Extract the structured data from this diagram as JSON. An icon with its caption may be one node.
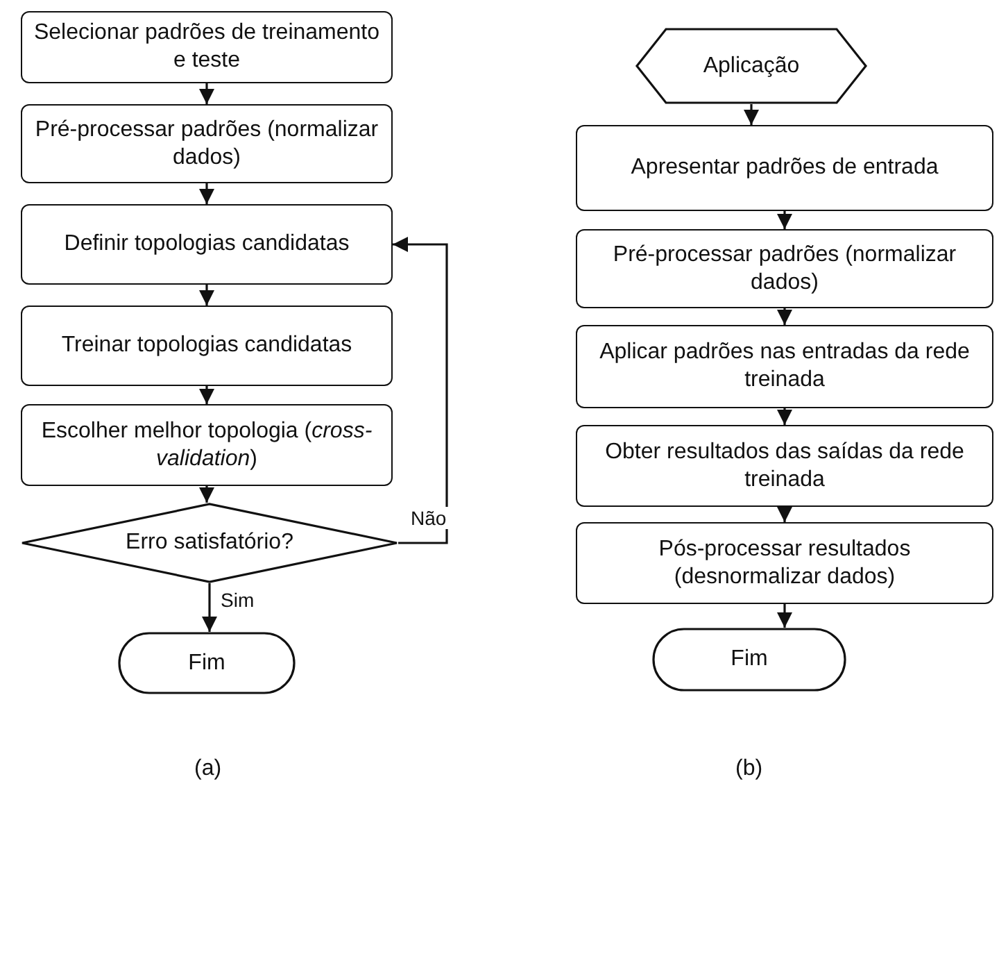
{
  "diagram": {
    "nodes": [
      {
        "text": [
          "Selecionar padrões de treinamento e teste"
        ]
      },
      {
        "text": [
          "Pré-processar padrões (normalizar dados)"
        ]
      },
      {
        "text": [
          "Definir topologias candidatas"
        ]
      },
      {
        "text": [
          "Treinar topologias candidatas"
        ]
      },
      {
        "text": [
          "Escolher melhor topologia (*cross-validation*)"
        ]
      },
      {
        "text": [
          "Erro satisfatório?"
        ]
      },
      {
        "text": [
          "Fim"
        ]
      },
      {
        "text": [
          "Aplicação"
        ]
      },
      {
        "text": [
          "Apresentar padrões de entrada"
        ]
      },
      {
        "text": [
          "Pré-processar padrões (normalizar dados)"
        ]
      },
      {
        "text": [
          "Aplicar padrões nas entradas da rede treinada"
        ]
      },
      {
        "text": [
          "Obter resultados das saídas da rede treinada"
        ]
      },
      {
        "text": [
          "Pós-processar resultados (desnormalizar dados)"
        ]
      },
      {
        "text": [
          "Fim"
        ]
      }
    ],
    "edges": [
      {
        "from": 0,
        "to": 1,
        "arrow": "to"
      },
      {
        "from": 1,
        "to": 2,
        "arrow": "to"
      },
      {
        "from": 2,
        "to": 3,
        "arrow": "to"
      },
      {
        "from": 3,
        "to": 4,
        "arrow": "to"
      },
      {
        "from": 4,
        "to": 5,
        "arrow": "to"
      },
      {
        "from": 5,
        "to": 6,
        "arrow": "to",
        "label": "Sim"
      },
      {
        "from": 5,
        "to": 2,
        "arrow": "to",
        "label": "Não"
      },
      {
        "from": 7,
        "to": 8,
        "arrow": "to"
      },
      {
        "from": 8,
        "to": 9,
        "arrow": "to"
      },
      {
        "from": 9,
        "to": 10,
        "arrow": "to"
      },
      {
        "from": 10,
        "to": 11,
        "arrow": "to"
      },
      {
        "from": 11,
        "to": 12,
        "arrow": "to"
      },
      {
        "from": 12,
        "to": 13,
        "arrow": "to"
      }
    ],
    "labels": [
      "(a)",
      "(b)"
    ]
  }
}
